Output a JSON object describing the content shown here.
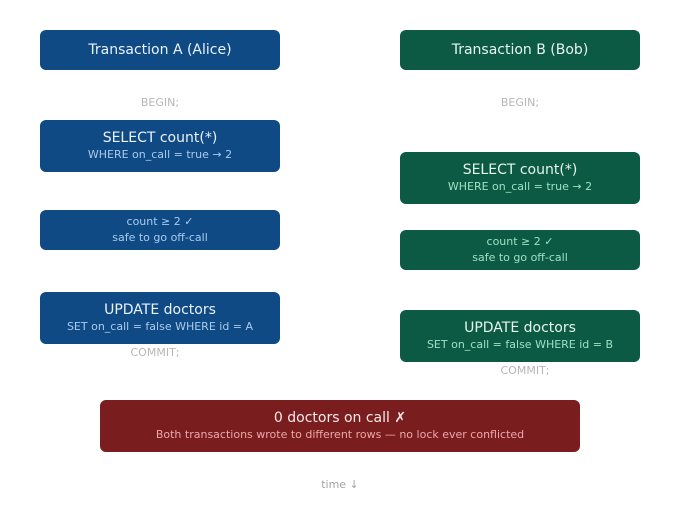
{
  "colA": {
    "header": "Transaction A (Alice)",
    "begin": "BEGIN;",
    "select": {
      "title": "SELECT count(*)",
      "detail": "WHERE on_call = true → 2"
    },
    "check": {
      "line1": "count ≥ 2 ✓",
      "line2": "safe to go off-call"
    },
    "update": {
      "title": "UPDATE doctors",
      "detail": "SET on_call = false WHERE id = A"
    },
    "commit": "COMMIT;"
  },
  "colB": {
    "header": "Transaction B (Bob)",
    "begin": "BEGIN;",
    "select": {
      "title": "SELECT count(*)",
      "detail": "WHERE on_call = true → 2"
    },
    "check": {
      "line1": "count ≥ 2 ✓",
      "line2": "safe to go off-call"
    },
    "update": {
      "title": "UPDATE doctors",
      "detail": "SET on_call = false WHERE id = B"
    },
    "commit": "COMMIT;"
  },
  "result": {
    "title": "0 doctors on call ✗",
    "detail": "Both transactions wrote to different rows — no lock ever conflicted"
  },
  "footer": {
    "time_label": "time ↓"
  },
  "colors": {
    "transaction_a": "#0f4a85",
    "transaction_b": "#0d5a44",
    "result": "#7a1d1e"
  }
}
